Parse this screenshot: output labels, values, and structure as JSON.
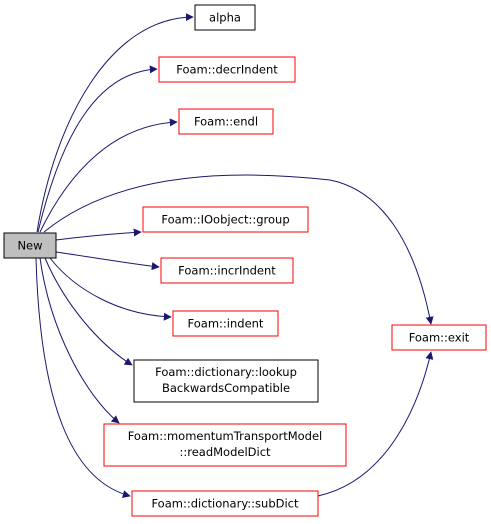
{
  "diagram": {
    "source": {
      "id": "new",
      "label": "New"
    },
    "targets": [
      {
        "id": "alpha",
        "lines": [
          "alpha"
        ],
        "border": "#000000"
      },
      {
        "id": "decrIndent",
        "lines": [
          "Foam::decrIndent"
        ],
        "border": "#ff0000"
      },
      {
        "id": "endl",
        "lines": [
          "Foam::endl"
        ],
        "border": "#ff0000"
      },
      {
        "id": "group",
        "lines": [
          "Foam::IOobject::group"
        ],
        "border": "#ff0000"
      },
      {
        "id": "incrIndent",
        "lines": [
          "Foam::incrIndent"
        ],
        "border": "#ff0000"
      },
      {
        "id": "indent",
        "lines": [
          "Foam::indent"
        ],
        "border": "#ff0000"
      },
      {
        "id": "lookupBackwardsCompatible",
        "lines": [
          "Foam::dictionary::lookup",
          "BackwardsCompatible"
        ],
        "border": "#000000"
      },
      {
        "id": "readModelDict",
        "lines": [
          "Foam::momentumTransportModel",
          "::readModelDict"
        ],
        "border": "#ff0000"
      },
      {
        "id": "subDict",
        "lines": [
          "Foam::dictionary::subDict"
        ],
        "border": "#ff0000"
      },
      {
        "id": "exit",
        "lines": [
          "Foam::exit"
        ],
        "border": "#ff0000"
      }
    ],
    "edges": [
      [
        "new",
        "alpha"
      ],
      [
        "new",
        "decrIndent"
      ],
      [
        "new",
        "endl"
      ],
      [
        "new",
        "exit"
      ],
      [
        "new",
        "group"
      ],
      [
        "new",
        "incrIndent"
      ],
      [
        "new",
        "indent"
      ],
      [
        "new",
        "lookupBackwardsCompatible"
      ],
      [
        "new",
        "readModelDict"
      ],
      [
        "new",
        "subDict"
      ],
      [
        "subDict",
        "exit"
      ]
    ],
    "colors": {
      "edge": "#191970",
      "source_fill": "#bfbfbf",
      "node_fill": "#ffffff",
      "node_text": "#000000"
    }
  }
}
